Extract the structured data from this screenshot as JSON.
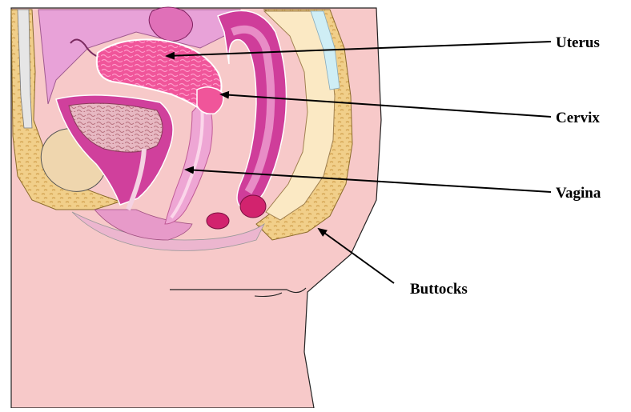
{
  "labels": {
    "uterus": "Uterus",
    "cervix": "Cervix",
    "vagina": "Vagina",
    "buttocks": "Buttocks"
  },
  "colors": {
    "skin": "#f7c9c9",
    "skin_outline": "#222222",
    "fat_yellow": "#f1cf8a",
    "fat_dots": "#c9953f",
    "uterus_pink": "#f0559a",
    "uterus_texture": "#ff88c0",
    "bladder_magenta": "#d0409c",
    "bladder_inner": "#e7b8c2",
    "rectum_magenta": "#cf3d9a",
    "rectum_inner": "#e88cc6",
    "peritoneum": "#e8a2d8",
    "vagina_light": "#eea6d4",
    "pubic_bone": "#efd6ae",
    "spine_cream": "#fbe9c4",
    "spine_blue": "#cfeef5",
    "arrow": "#000000"
  },
  "icons": [
    "anatomy-diagram",
    "callout-arrow"
  ]
}
